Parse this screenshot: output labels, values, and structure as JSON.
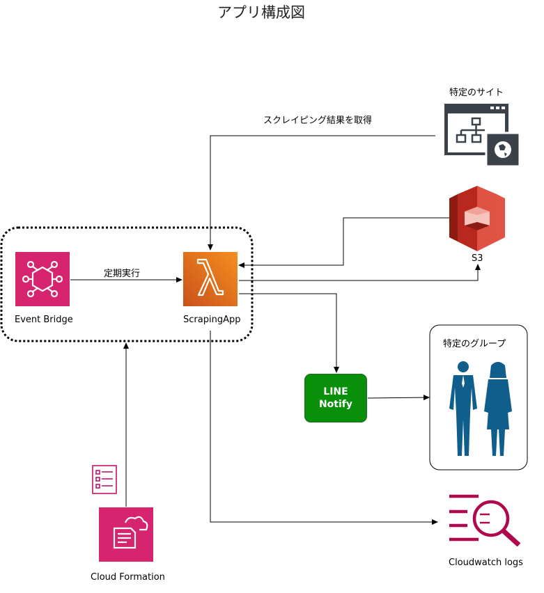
{
  "title": "アプリ構成図",
  "nodes": {
    "event_bridge": "Event Bridge",
    "scraping_app": "ScrapingApp",
    "s3": "S3",
    "site": "特定のサイト",
    "line_notify_line1": "LINE",
    "line_notify_line2": "Notify",
    "group": "特定のグループ",
    "cloudwatch": "Cloudwatch logs",
    "cloud_formation": "Cloud Formation"
  },
  "edges": {
    "scheduled_run": "定期実行",
    "scrape_result": "スクレイピング結果を取得"
  },
  "colors": {
    "eventbridge": "#d6246e",
    "lambda": "#e8700c",
    "s3": "#d13a2e",
    "notify": "#0a8f0a",
    "cloudwatch": "#b0084d",
    "cloudformation": "#d6246e",
    "site_icon": "#3b4148",
    "people": "#0f5e8c"
  }
}
